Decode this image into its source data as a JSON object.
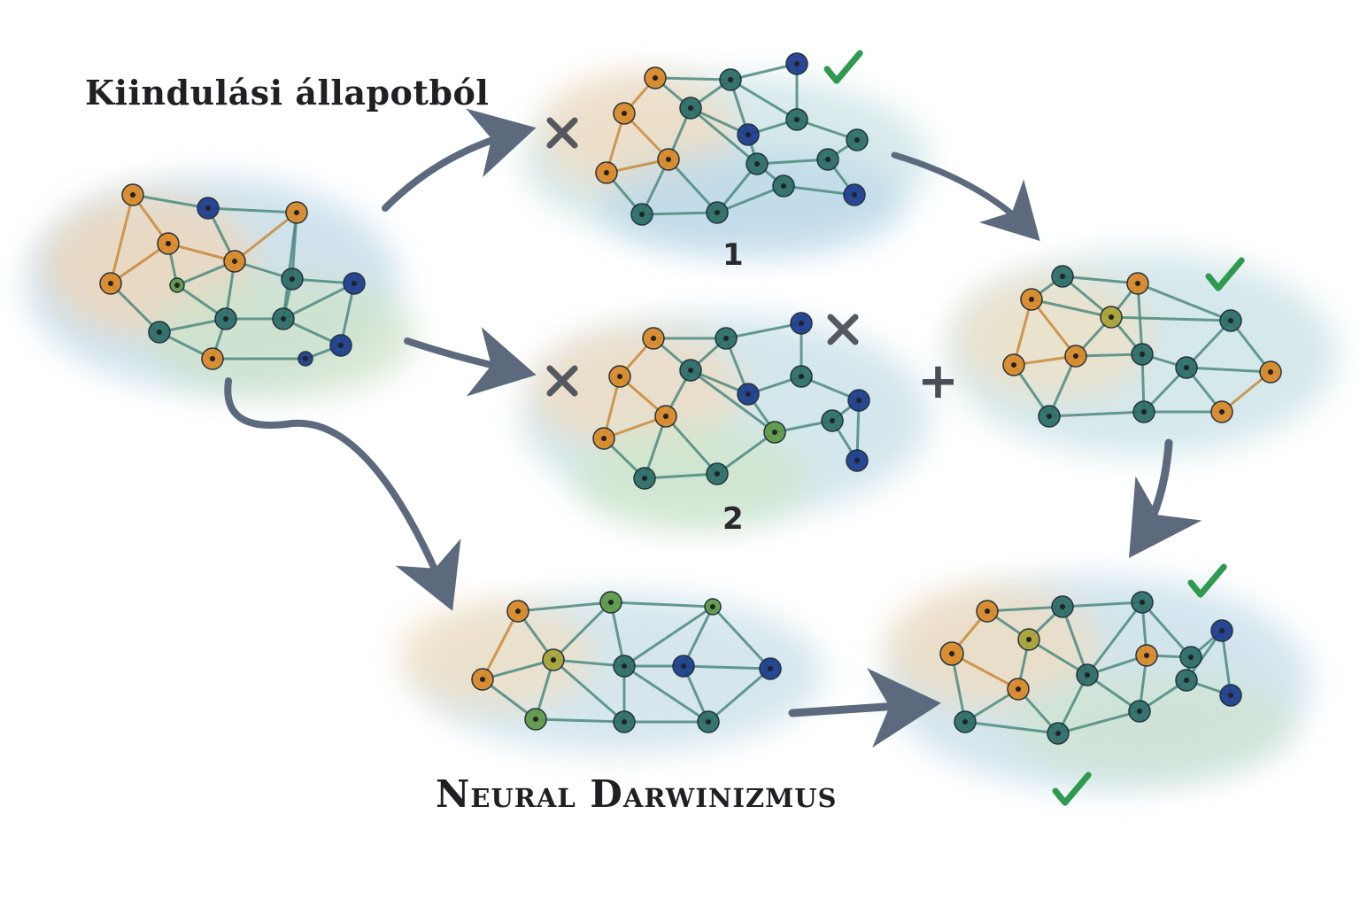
{
  "labels": {
    "start_title": "Kiindulási állapotból",
    "main_title": "Neural Darwinizmus",
    "variant_1": "1",
    "variant_2": "2",
    "plus": "+"
  },
  "colors": {
    "orange_node": "#d98a2b",
    "teal_node": "#2f6f6a",
    "blue_node": "#1f3f8f",
    "green_node": "#5f9a4a",
    "olive_node": "#a9a43a",
    "arrow": "#5d6a7e",
    "check": "#2f9a4f",
    "cross": "#55585f"
  },
  "icons": [
    "network-diagram",
    "arrow",
    "check-icon",
    "cross-icon",
    "plus-icon"
  ]
}
